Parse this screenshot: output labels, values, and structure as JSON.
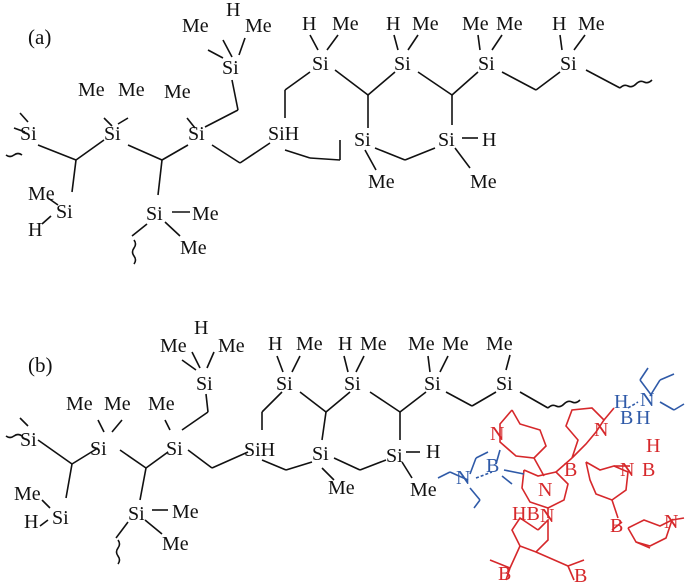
{
  "panels": {
    "a": {
      "label": "(a)"
    },
    "b": {
      "label": "(b)"
    }
  },
  "atoms": {
    "si": "Si",
    "sih": "SiH",
    "me": "Me",
    "h": "H",
    "b": "B",
    "n": "N",
    "hb": "HB"
  }
}
